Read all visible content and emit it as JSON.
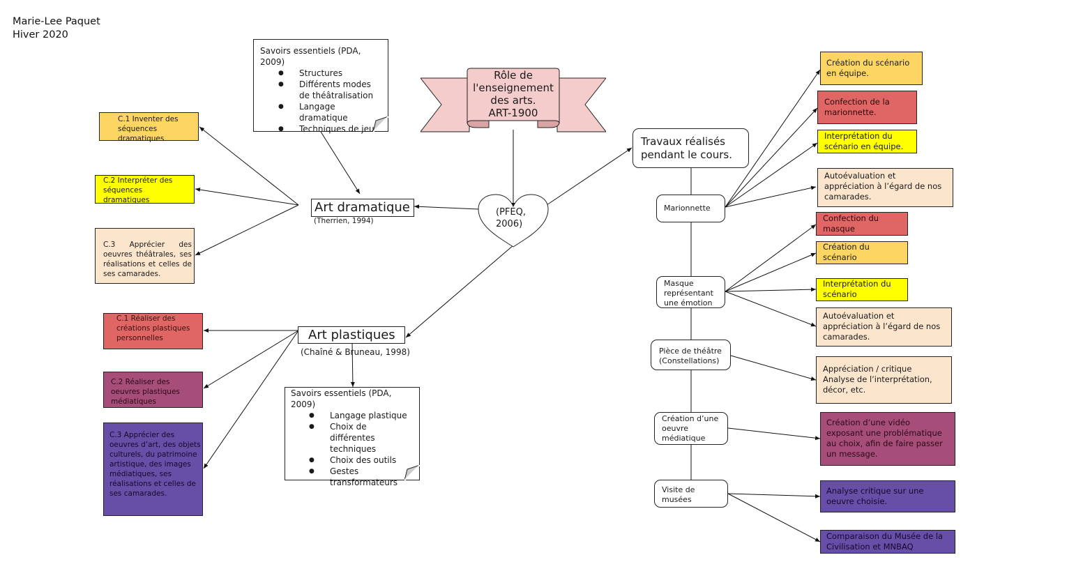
{
  "author": {
    "name": "Marie-Lee Paquet",
    "term": "Hiver 2020"
  },
  "colors": {
    "orange": "#fdd563",
    "red": "#e06666",
    "yellow": "#ffff00",
    "peach": "#fce5cd",
    "plum": "#a64d79",
    "violet": "#674ea7",
    "banner": "#f4cccc",
    "banner_shadow": "#dba4a4"
  },
  "banner": {
    "lines": [
      "Rôle de",
      "l'enseignement",
      "des arts.",
      "ART-1900"
    ]
  },
  "heart": {
    "lines": [
      "(PFEQ,",
      "2006)"
    ]
  },
  "art_dramatique": {
    "title": "Art dramatique",
    "citation": "(Therrien, 1994)",
    "savoirs": {
      "title": "Savoirs essentiels (PDA, 2009)",
      "items": [
        "Structures",
        "Différents modes de théâtralisation",
        "Langage dramatique",
        "Techniques de jeu"
      ]
    },
    "competences": [
      {
        "text": "C.1 Inventer des séquences dramatiques",
        "color": "orange"
      },
      {
        "text": "C.2 Interpréter des séquences dramatiques",
        "color": "yellow"
      },
      {
        "text": "C.3 Apprécier des oeuvres théâtrales, ses réalisations et celles de ses camarades.",
        "color": "peach"
      }
    ]
  },
  "art_plastiques": {
    "title": "Art plastiques",
    "citation": "(Chaîné & Bruneau, 1998)",
    "savoirs": {
      "title": "Savoirs essentiels (PDA, 2009)",
      "items": [
        "Langage plastique",
        "Choix de différentes techniques",
        "Choix des outils",
        "Gestes transformateurs"
      ]
    },
    "competences": [
      {
        "text": "C.1 Réaliser des créations plastiques personnelles",
        "color": "red"
      },
      {
        "text": "C.2 Réaliser des oeuvres plastiques médiatiques",
        "color": "plum"
      },
      {
        "text": "C.3 Apprécier des oeuvres d’art, des objets culturels, du patrimoine artistique, des images médiatiques, ses réalisations et celles de ses camarades.",
        "color": "violet"
      }
    ]
  },
  "travaux": {
    "title": "Travaux réalisés pendant le cours.",
    "projects": [
      {
        "label": "Marionnette",
        "outcomes": [
          {
            "text": "Création du scénario en équipe.",
            "color": "orange"
          },
          {
            "text": "Confection de la marionnette.",
            "color": "red"
          },
          {
            "text": "Interprétation du scénario en équipe.",
            "color": "yellow"
          },
          {
            "text": "Autoévaluation et appréciation à l’égard de nos camarades.",
            "color": "peach"
          }
        ]
      },
      {
        "label": "Masque représentant une émotion",
        "outcomes": [
          {
            "text": "Confection du masque",
            "color": "red"
          },
          {
            "text": "Création du scénario",
            "color": "orange"
          },
          {
            "text": "Interprétation du scénario",
            "color": "yellow"
          },
          {
            "text": "Autoévaluation et appréciation à l’égard de nos camarades.",
            "color": "peach"
          }
        ]
      },
      {
        "label": "Pièce de théâtre (Constellations)",
        "outcomes": [
          {
            "text": "Appréciation / critique Analyse de l’interprétation, décor, etc.",
            "color": "peach"
          }
        ]
      },
      {
        "label": "Création d’une oeuvre médiatique",
        "outcomes": [
          {
            "text": "Création d’une vidéo exposant une problématique au choix, afin de faire passer un message.",
            "color": "plum"
          }
        ]
      },
      {
        "label": "Visite de musées",
        "outcomes": [
          {
            "text": "Analyse critique sur une oeuvre choisie.",
            "color": "violet"
          },
          {
            "text": "Comparaison du Musée de la Civilisation et MNBAQ",
            "color": "violet"
          }
        ]
      }
    ]
  }
}
